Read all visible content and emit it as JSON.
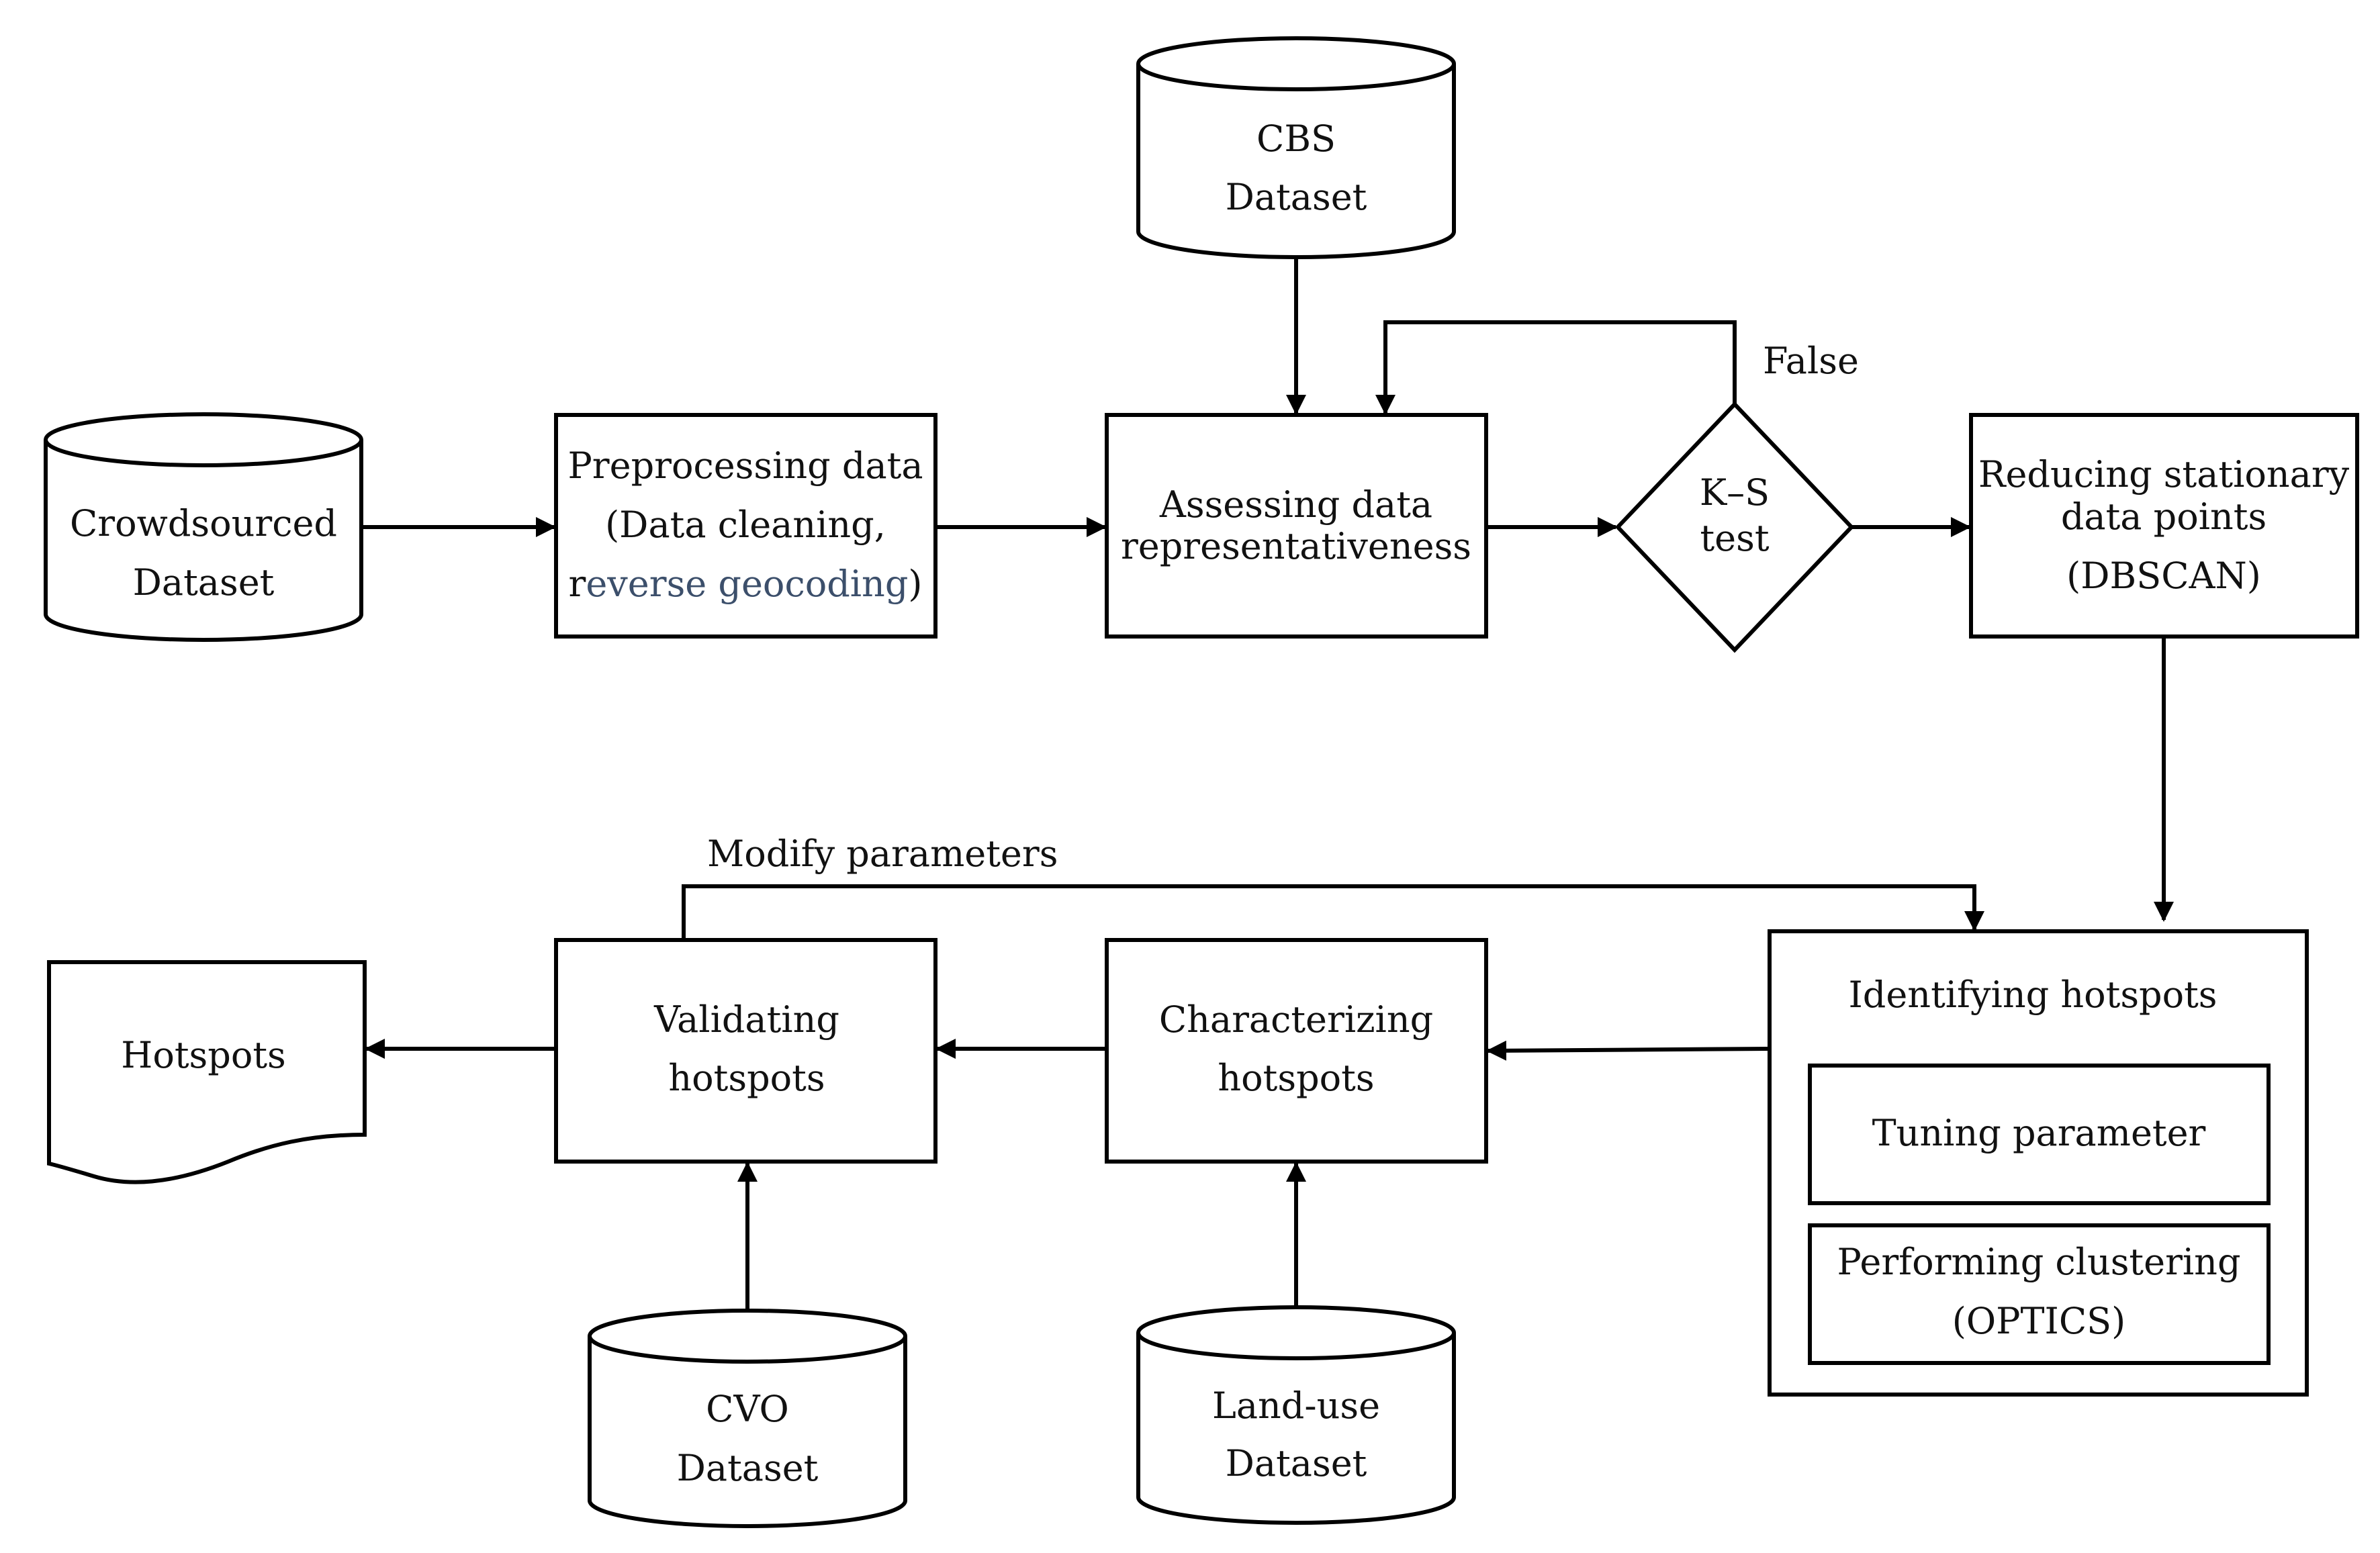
{
  "nodes": {
    "crowdsourced": {
      "line1": "Crowdsourced",
      "line2": "Dataset"
    },
    "preprocessing": {
      "line1": "Preprocessing data",
      "line2": "(Data cleaning,",
      "line3a": "r",
      "line3b": "everse geocoding",
      "line3c": ")"
    },
    "cbs": {
      "line1": "CBS",
      "line2": "Dataset"
    },
    "assessing": {
      "line1": "Assessing data",
      "line2": "representativeness"
    },
    "ks_test": {
      "line1": "K–S",
      "line2": "test"
    },
    "reducing": {
      "line1": "Reducing stationary",
      "line2": "data points",
      "line3": "(DBSCAN)"
    },
    "identifying": {
      "title": "Identifying hotspots",
      "tuning": "Tuning parameter",
      "clustering_line1": "Performing clustering",
      "clustering_line2": "(OPTICS)"
    },
    "characterizing": {
      "line1": "Characterizing",
      "line2": "hotspots"
    },
    "validating": {
      "line1": "Validating",
      "line2": "hotspots"
    },
    "hotspots": {
      "label": "Hotspots"
    },
    "cvo": {
      "line1": "CVO",
      "line2": "Dataset"
    },
    "landuse": {
      "line1": "Land-use",
      "line2": "Dataset"
    }
  },
  "edges": {
    "false_label": "False",
    "modify_label": "Modify parameters"
  },
  "colors": {
    "stroke": "#000000",
    "text": "#111111",
    "highlight_text": "#3c4f6b"
  }
}
